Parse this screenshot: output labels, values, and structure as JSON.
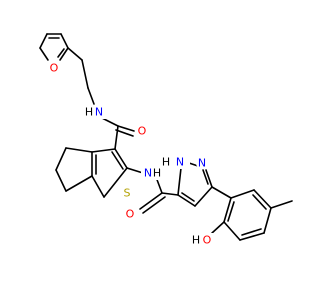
{
  "colors": {
    "carbon_bond": "#000000",
    "oxygen": "#ff0000",
    "nitrogen": "#0000ff",
    "sulfur": "#b2a100",
    "background": "#ffffff"
  },
  "atoms": {
    "o_furan": "O",
    "nh_amide_top": "N",
    "h_amide_top": "H",
    "o_amide_top": "O",
    "s_thiophene": "S",
    "nh_amide_mid": "N",
    "h_amide_mid": "H",
    "o_amide_bottom": "O",
    "nh_pyrazole": "N",
    "h_pyrazole": "H",
    "n_pyrazole": "N",
    "o_phenol": "O",
    "h_phenol": "H"
  }
}
